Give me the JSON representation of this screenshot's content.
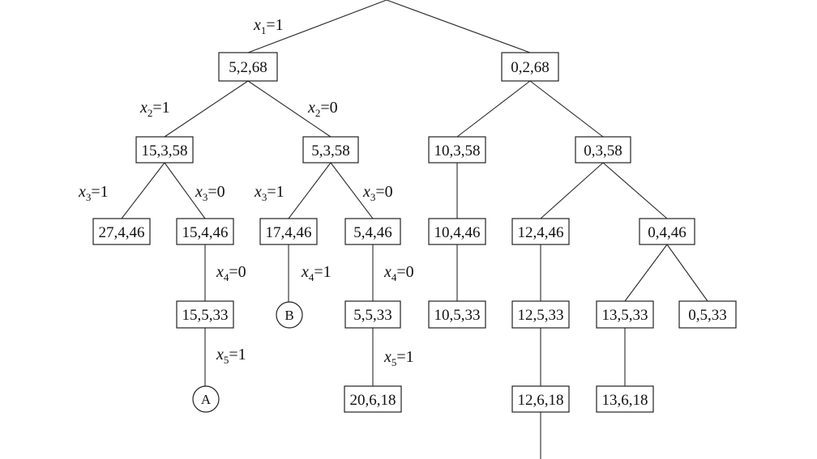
{
  "nodes": {
    "n_x1_1": "5,2,68",
    "n_x1_0": "0,2,68",
    "n_a": "15,3,58",
    "n_b": "5,3,58",
    "n_c": "10,3,58",
    "n_d": "0,3,58",
    "n_a1": "27,4,46",
    "n_a0": "15,4,46",
    "n_b1": "17,4,46",
    "n_b0": "5,4,46",
    "n_c0": "10,4,46",
    "n_d1": "12,4,46",
    "n_d0": "0,4,46",
    "n_a0_0": "15,5,33",
    "n_b0_0": "5,5,33",
    "n_c0_0": "10,5,33",
    "n_d1_0": "12,5,33",
    "n_d0_1": "13,5,33",
    "n_d0_0": "0,5,33",
    "n_b0_0_1": "20,6,18",
    "n_d1_0_0": "12,6,18",
    "n_d0_1_0": "13,6,18"
  },
  "terminals": {
    "t_a": "A",
    "t_b": "B"
  },
  "edge_labels": {
    "e_x1_1": {
      "var": "x",
      "sub": "1",
      "rest": "=1"
    },
    "e_x2_1": {
      "var": "x",
      "sub": "2",
      "rest": "=1"
    },
    "e_x2_0": {
      "var": "x",
      "sub": "2",
      "rest": "=0"
    },
    "e_a_x3_1": {
      "var": "x",
      "sub": "3",
      "rest": "=1"
    },
    "e_a_x3_0": {
      "var": "x",
      "sub": "3",
      "rest": "=0"
    },
    "e_b_x3_1": {
      "var": "x",
      "sub": "3",
      "rest": "=1"
    },
    "e_b_x3_0": {
      "var": "x",
      "sub": "3",
      "rest": "=0"
    },
    "e_a0_x4_0": {
      "var": "x",
      "sub": "4",
      "rest": "=0"
    },
    "e_b1_x4_1": {
      "var": "x",
      "sub": "4",
      "rest": "=1"
    },
    "e_b0_x4_0": {
      "var": "x",
      "sub": "4",
      "rest": "=0"
    },
    "e_a00_x5_1": {
      "var": "x",
      "sub": "5",
      "rest": "=1"
    },
    "e_b00_x5_1": {
      "var": "x",
      "sub": "5",
      "rest": "=1"
    }
  }
}
